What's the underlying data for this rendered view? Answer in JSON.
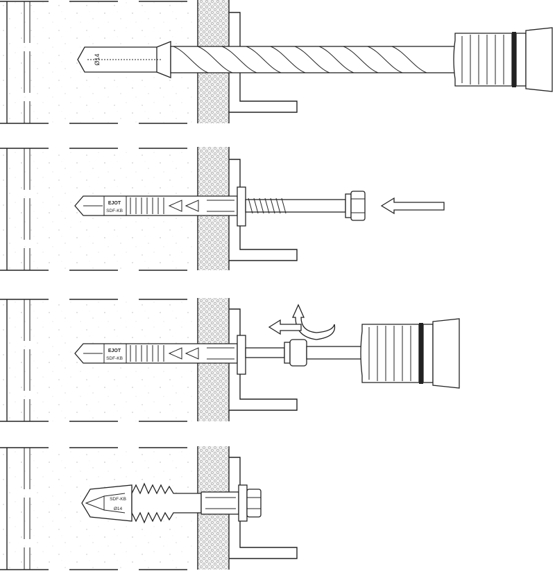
{
  "steps": [
    {
      "label": "",
      "drill_size": "Ø14",
      "tool": "hammer-drill"
    },
    {
      "label": "",
      "brand": "EJOT",
      "product": "SDF-KB",
      "direction_icon": "arrow-left-icon"
    },
    {
      "label": "",
      "brand": "EJOT",
      "product": "SDF-KB",
      "rotation_icon": "rotate-icon",
      "direction_icon": "arrow-left-icon"
    },
    {
      "label": "",
      "product": "SDF-KB",
      "drill_size": "Ø14"
    }
  ],
  "colors": {
    "stroke": "#222222",
    "background": "#ffffff",
    "fill": "#ffffff"
  }
}
